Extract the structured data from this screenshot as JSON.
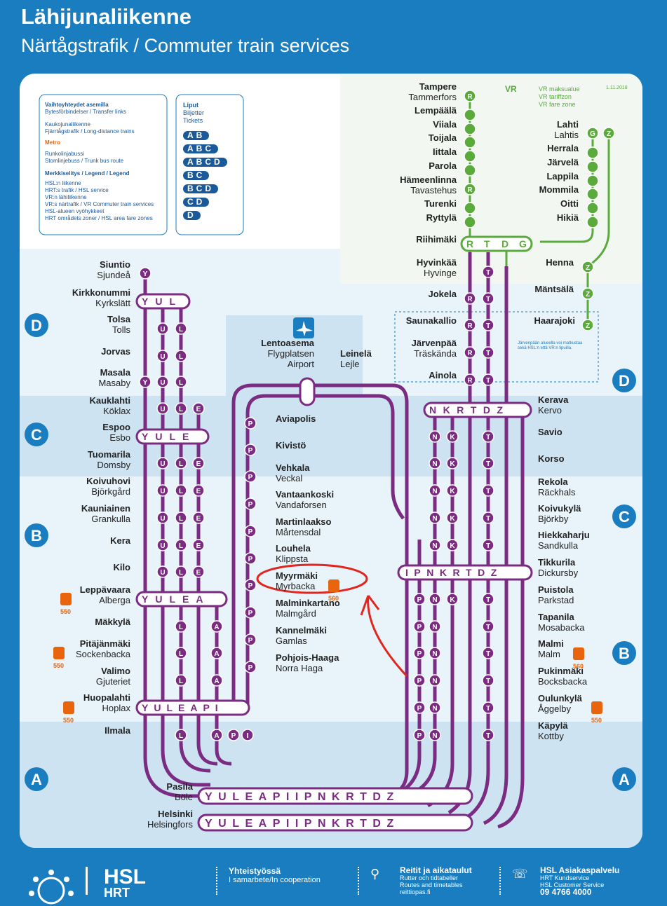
{
  "header": {
    "title": "Lähijunaliikenne",
    "subtitle": "Närtågstrafik / Commuter train services"
  },
  "colors": {
    "bg_blue": "#1a7dbf",
    "purple": "#7b2b82",
    "green": "#5aab3c",
    "zone_light": "#e8f3fa",
    "zone_mid": "#cde3f2",
    "red_annot": "#e0261f",
    "bus": "#e8650e"
  },
  "legend": {
    "transfers_title": "Vaihtoyhteydet asemilla",
    "transfers_sub": "Bytesförbindelser / Transfer links",
    "long_distance": "Kaukojunaliikenne",
    "long_distance_sub": "Fjärrtågstrafik / Long-distance trains",
    "metro": "Metro",
    "trunk": "Runkolinjabussi",
    "trunk_sub": "Stomlinjebuss / Trunk bus route",
    "legend_title": "Merkkiselitys / Legend / Legend",
    "hsl": "HSL:n liikenne",
    "hsl_sub": "HRT:s trafik / HSL service",
    "vr": "VR:n lähiliikenne",
    "vr_sub": "VR:s närtrafik / VR Commuter train services",
    "zones": "HSL-alueen vyöhykkeet",
    "zones_sub": "HRT områdets zoner / HSL area fare zones",
    "tickets_title": "Liput",
    "tickets_sub1": "Biljetter",
    "tickets_sub2": "Tickets",
    "tickets": [
      "AB",
      "ABC",
      "ABCD",
      "BC",
      "BCD",
      "CD",
      "D"
    ]
  },
  "vr_note": {
    "l1": "VR maksualue",
    "l2": "VR tariffzon",
    "l3": "VR fare zone",
    "date": "1.11.2018"
  },
  "jarvenpaa_note": "Järvenpään alueella voi matkustaa sekä HSL:n että VR:n lipuilla.",
  "zones": {
    "A": "A",
    "B": "B",
    "C": "C",
    "D": "D"
  },
  "stations_left": [
    {
      "fi": "Siuntio",
      "sv": "Sjundeå",
      "lines": "Y"
    },
    {
      "fi": "Kirkkonummi",
      "sv": "Kyrkslätt",
      "lines": "YUL"
    },
    {
      "fi": "Tolsa",
      "sv": "Tolls"
    },
    {
      "fi": "Jorvas",
      "sv": ""
    },
    {
      "fi": "Masala",
      "sv": "Masaby"
    },
    {
      "fi": "Kauklahti",
      "sv": "Köklax"
    },
    {
      "fi": "Espoo",
      "sv": "Esbo",
      "lines": "YULE"
    },
    {
      "fi": "Tuomarila",
      "sv": "Domsby"
    },
    {
      "fi": "Koivuhovi",
      "sv": "Björkgård"
    },
    {
      "fi": "Kauniainen",
      "sv": "Grankulla"
    },
    {
      "fi": "Kera",
      "sv": ""
    },
    {
      "fi": "Kilo",
      "sv": ""
    },
    {
      "fi": "Leppävaara",
      "sv": "Alberga",
      "lines": "YULEA"
    },
    {
      "fi": "Mäkkylä",
      "sv": ""
    },
    {
      "fi": "Pitäjänmäki",
      "sv": "Sockenbacka"
    },
    {
      "fi": "Valimo",
      "sv": "Gjuteriet"
    },
    {
      "fi": "Huopalahti",
      "sv": "Hoplax",
      "lines": "YULEAPI"
    },
    {
      "fi": "Ilmala",
      "sv": ""
    }
  ],
  "stations_ring": [
    {
      "fi": "Lentoasema",
      "sv": "Flygplatsen",
      "en": "Airport"
    },
    {
      "fi": "Leinelä",
      "sv": "Lejle"
    },
    {
      "fi": "Aviapolis",
      "sv": ""
    },
    {
      "fi": "Kivistö",
      "sv": ""
    },
    {
      "fi": "Vehkala",
      "sv": "Veckal"
    },
    {
      "fi": "Vantaankoski",
      "sv": "Vandaforsen"
    },
    {
      "fi": "Martinlaakso",
      "sv": "Mårtensdal"
    },
    {
      "fi": "Louhela",
      "sv": "Klippsta"
    },
    {
      "fi": "Myyrmäki",
      "sv": "Myrbacka"
    },
    {
      "fi": "Malminkartano",
      "sv": "Malmgård"
    },
    {
      "fi": "Kannelmäki",
      "sv": "Gamlas"
    },
    {
      "fi": "Pohjois-Haaga",
      "sv": "Norra Haga"
    }
  ],
  "stations_right": [
    {
      "fi": "Tampere",
      "sv": "Tammerfors"
    },
    {
      "fi": "Lempäälä",
      "sv": ""
    },
    {
      "fi": "Viiala",
      "sv": ""
    },
    {
      "fi": "Toijala",
      "sv": ""
    },
    {
      "fi": "Iittala",
      "sv": ""
    },
    {
      "fi": "Parola",
      "sv": ""
    },
    {
      "fi": "Hämeenlinna",
      "sv": "Tavastehus"
    },
    {
      "fi": "Turenki",
      "sv": ""
    },
    {
      "fi": "Ryttylä",
      "sv": ""
    },
    {
      "fi": "Riihimäki",
      "sv": "",
      "lines": "RTDG"
    },
    {
      "fi": "Hyvinkää",
      "sv": "Hyvinge"
    },
    {
      "fi": "Jokela",
      "sv": ""
    },
    {
      "fi": "Saunakallio",
      "sv": ""
    },
    {
      "fi": "Järvenpää",
      "sv": "Träskända"
    },
    {
      "fi": "Ainola",
      "sv": ""
    },
    {
      "fi": "Kerava",
      "sv": "Kervo",
      "lines": "NKRTDZ"
    },
    {
      "fi": "Savio",
      "sv": ""
    },
    {
      "fi": "Korso",
      "sv": ""
    },
    {
      "fi": "Rekola",
      "sv": "Räckhals"
    },
    {
      "fi": "Koivukylä",
      "sv": "Björkby"
    },
    {
      "fi": "Hiekkaharju",
      "sv": "Sandkulla"
    },
    {
      "fi": "Tikkurila",
      "sv": "Dickursby",
      "lines": "IPNKRTDZ"
    },
    {
      "fi": "Puistola",
      "sv": "Parkstad"
    },
    {
      "fi": "Tapanila",
      "sv": "Mosabacka"
    },
    {
      "fi": "Malmi",
      "sv": "Malm"
    },
    {
      "fi": "Pukinmäki",
      "sv": "Bocksbacka"
    },
    {
      "fi": "Oulunkylä",
      "sv": "Åggelby"
    },
    {
      "fi": "Käpylä",
      "sv": "Kottby"
    }
  ],
  "stations_lahti": [
    {
      "fi": "Lahti",
      "sv": "Lahtis"
    },
    {
      "fi": "Herrala",
      "sv": ""
    },
    {
      "fi": "Järvelä",
      "sv": ""
    },
    {
      "fi": "Lappila",
      "sv": ""
    },
    {
      "fi": "Mommila",
      "sv": ""
    },
    {
      "fi": "Oitti",
      "sv": ""
    },
    {
      "fi": "Hikiä",
      "sv": ""
    },
    {
      "fi": "Henna",
      "sv": ""
    },
    {
      "fi": "Mäntsälä",
      "sv": ""
    },
    {
      "fi": "Haarajoki",
      "sv": ""
    }
  ],
  "terminals": [
    {
      "fi": "Pasila",
      "sv": "Böle",
      "lines": "YULEAPIIPNKRTDZ"
    },
    {
      "fi": "Helsinki",
      "sv": "Helsingfors",
      "lines": "YULEAPIIPNKRTDZ"
    }
  ],
  "bus_numbers": {
    "leppavaara": "550",
    "pitajanmaki": "550",
    "huopalahti": "550",
    "myyrmaki": "560",
    "malmi": "560",
    "oulunkyla": "550"
  },
  "footer": {
    "logo": "HSL",
    "logo_sub": "HRT",
    "coop": "Yhteistyössä",
    "coop_sub": "I samarbete/In cooperation",
    "routes": "Reitit ja aikataulut",
    "routes_sub1": "Rutter och tidtabeller",
    "routes_sub2": "Routes and timetables",
    "routes_url": "reittiopas.fi",
    "service": "HSL Asiakaspalvelu",
    "service_sub1": "HRT Kundservice",
    "service_sub2": "HSL Customer Service",
    "phone": "09 4766 4000"
  }
}
